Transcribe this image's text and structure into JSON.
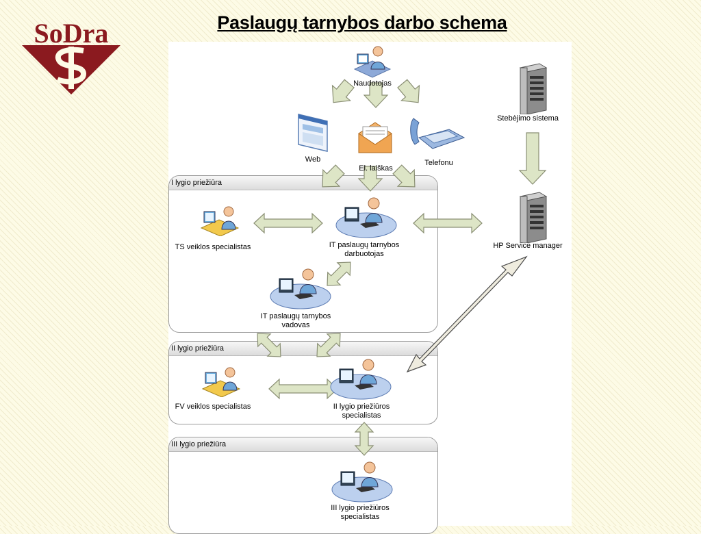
{
  "slide": {
    "title": "Paslaugų tarnybos darbo schema",
    "logo_text": "SoDra",
    "brand_color": "#8b1a1f",
    "arrow_fill": "#dde5c6",
    "arrow_stroke": "#8a8f74"
  },
  "diagram": {
    "user": "Naudotojas",
    "channels": {
      "web": "Web",
      "email": "El. laiškas",
      "phone": "Telefonu"
    },
    "monitoring_system": "Stebėjimo sistema",
    "hp_service_manager": "HP Service manager",
    "groups": {
      "level1": {
        "title": "I lygio priežiūra",
        "ts_specialist": "TS veiklos specialistas",
        "it_worker_line1": "IT paslaugų tarnybos",
        "it_worker_line2": "darbuotojas",
        "it_manager_line1": "IT paslaugų tarnybos",
        "it_manager_line2": "vadovas"
      },
      "level2": {
        "title": "II lygio priežiūra",
        "fv_specialist": "FV veiklos specialistas",
        "specialists_line1": "II lygio priežiūros",
        "specialists_line2": "specialistas"
      },
      "level3": {
        "title": "III lygio priežiūra",
        "specialists_line1": "III lygio priežiūros",
        "specialists_line2": "specialistas"
      }
    }
  }
}
